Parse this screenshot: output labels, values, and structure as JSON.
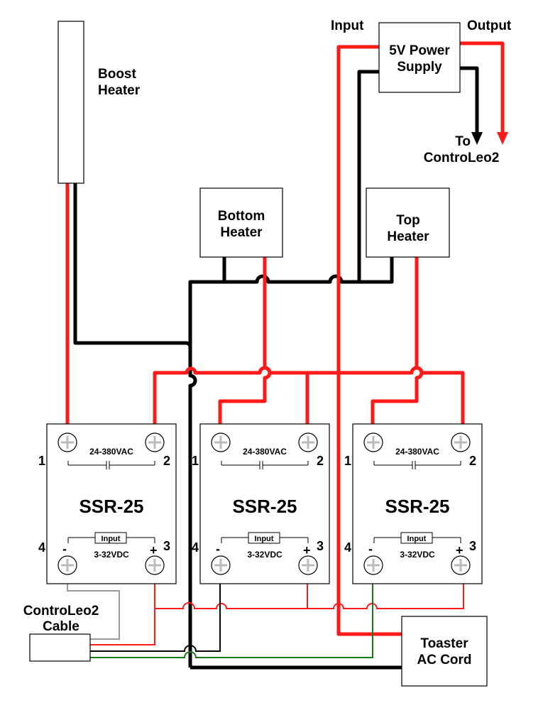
{
  "labels": {
    "boost_heater": [
      "Boost",
      "Heater"
    ],
    "bottom_heater": [
      "Bottom",
      "Heater"
    ],
    "top_heater": [
      "Top",
      "Heater"
    ],
    "power_supply": [
      "5V Power",
      "Supply"
    ],
    "ps_input": "Input",
    "ps_output": "Output",
    "to_controleo": [
      "To",
      "ControLeo2"
    ],
    "controleo_cable": [
      "ControLeo2",
      "Cable"
    ],
    "toaster_cord": [
      "Toaster",
      "AC Cord"
    ]
  },
  "ssr": {
    "model": "SSR-25",
    "ac_rating": "24-380VAC",
    "input_label": "Input",
    "dc_rating": "3-32VDC",
    "terminals": {
      "t1": "1",
      "t2": "2",
      "t3": "3",
      "t4": "4",
      "minus": "-",
      "plus": "+"
    }
  },
  "colors": {
    "ac_wire": "#ff1a1a",
    "neutral_wire": "#000000",
    "signal_ground": "#999999",
    "signal_green": "#1a7a1a"
  }
}
